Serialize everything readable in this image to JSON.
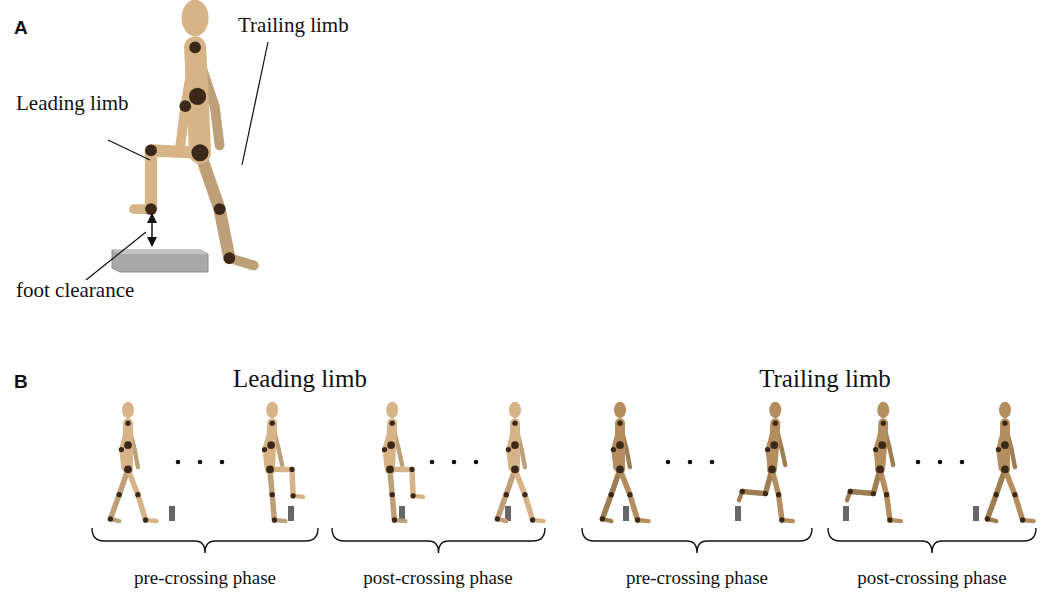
{
  "diagram": {
    "labels": [
      "A",
      "Trailing limb",
      "Leading limb",
      "foot clearance",
      "B",
      "Leading limb",
      "Trailing limb",
      "pre-crossing phase",
      "post-crossing phase",
      "pre-crossing phase",
      "post-crossing phase"
    ]
  }
}
